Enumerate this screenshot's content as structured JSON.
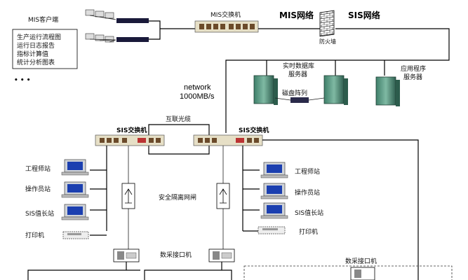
{
  "mis_client": {
    "title": "MIS客户端",
    "functions": [
      "生产运行流程图",
      "运行日志报告",
      "指标计算值",
      "统计分析图表"
    ],
    "more": "• • •"
  },
  "mis_switch": "MIS交换机",
  "mis_net": "MIS网络",
  "sis_net": "SIS网络",
  "firewall": "防火墙",
  "rtdb_server": [
    "实时数据库",
    "服务器"
  ],
  "app_server": [
    "应用程序",
    "服务器"
  ],
  "disk_array": "磁盘阵列",
  "network": [
    "network",
    "1000MB/s"
  ],
  "fiber": "互联光缆",
  "sis_switch_left": "SIS交换机",
  "sis_switch_right": "SIS交换机",
  "left_stations": [
    "工程师站",
    "操作员站",
    "SIS值长站",
    "打印机"
  ],
  "right_stations": [
    "工程师站",
    "操作员站",
    "SIS值长站",
    "打印机"
  ],
  "isolation": "安全隔离网闸",
  "daq": "数采接口机",
  "daq_right": "数采接口机"
}
